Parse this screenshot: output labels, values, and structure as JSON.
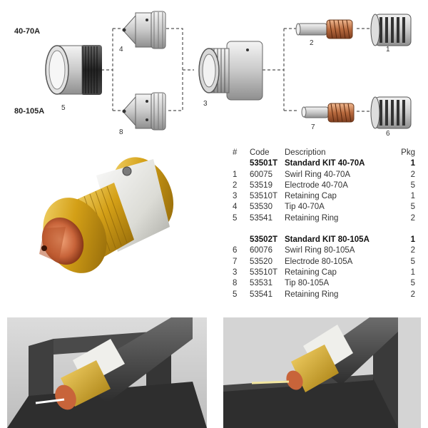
{
  "diagram": {
    "labels": {
      "range_small": "40-70A",
      "range_large": "80-105A"
    },
    "callouts": {
      "c1": "1",
      "c2": "2",
      "c3": "3",
      "c4": "4",
      "c5": "5",
      "c6": "6",
      "c7": "7",
      "c8": "8"
    }
  },
  "table": {
    "headers": {
      "num": "#",
      "code": "Code",
      "description": "Description",
      "pkg": "Pkg"
    },
    "kits": [
      {
        "code": "53501T",
        "title": "Standard KIT 40-70A",
        "pkg": "1",
        "items": [
          {
            "num": "1",
            "code": "60075",
            "description": "Swirl Ring 40-70A",
            "pkg": "2"
          },
          {
            "num": "2",
            "code": "53519",
            "description": "Electrode 40-70A",
            "pkg": "5"
          },
          {
            "num": "3",
            "code": "53510T",
            "description": "Retaining Cap",
            "pkg": "1"
          },
          {
            "num": "4",
            "code": "53530",
            "description": "Tip 40-70A",
            "pkg": "5"
          },
          {
            "num": "5",
            "code": "53541",
            "description": "Retaining Ring",
            "pkg": "2"
          }
        ]
      },
      {
        "code": "53502T",
        "title": "Standard KIT 80-105A",
        "pkg": "1",
        "items": [
          {
            "num": "6",
            "code": "60076",
            "description": "Swirl Ring 80-105A",
            "pkg": "2"
          },
          {
            "num": "7",
            "code": "53520",
            "description": "Electrode 80-105A",
            "pkg": "5"
          },
          {
            "num": "3",
            "code": "53510T",
            "description": "Retaining Cap",
            "pkg": "1"
          },
          {
            "num": "8",
            "code": "53531",
            "description": "Tip 80-105A",
            "pkg": "5"
          },
          {
            "num": "5",
            "code": "53541",
            "description": "Retaining Ring",
            "pkg": "2"
          }
        ]
      }
    ]
  },
  "colors": {
    "brass": "#d4a017",
    "copper": "#c8643a",
    "ceramic": "#e6e6e2",
    "dark_grey": "#555555"
  }
}
